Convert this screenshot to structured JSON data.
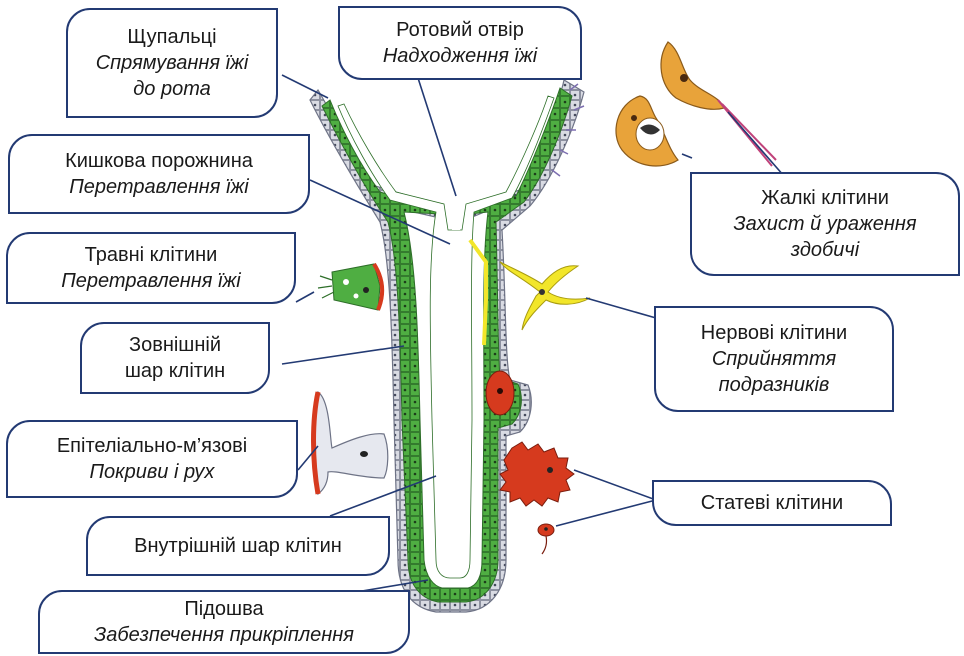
{
  "labels": {
    "tentacles": {
      "title": "Щупальці",
      "func_line1": "Спрямування їжі",
      "func_line2": "до рота"
    },
    "mouth": {
      "title": "Ротовий отвір",
      "func": "Надходження їжі"
    },
    "gut_cavity": {
      "title": "Кишкова порожнина",
      "func": "Перетравлення їжі"
    },
    "digestive_cells": {
      "title": "Травні клітини",
      "func": "Перетравлення їжі"
    },
    "outer_layer": {
      "line1": "Зовнішній",
      "line2": "шар клітин"
    },
    "epithelial_muscle": {
      "title": "Епітеліально-м’язові",
      "func": "Покриви і рух"
    },
    "inner_layer": {
      "title": "Внутрішній шар клітин"
    },
    "sole": {
      "title": "Підошва",
      "func": "Забезпечення прикріплення"
    },
    "stinging_cells": {
      "title": "Жалкі клітини",
      "func_line1": "Захист й ураження",
      "func_line2": "здобичі"
    },
    "nerve_cells": {
      "title": "Нервові клітини",
      "func_line1": "Сприйняття",
      "func_line2": "подразників"
    },
    "sex_cells": {
      "title": "Статеві клітини"
    }
  },
  "colors": {
    "border": "#233a73",
    "line": "#233a73",
    "inner_green": "#3f9a3a",
    "inner_green_light": "#7bc46a",
    "outer_grey": "#c9ccd6",
    "nerve_yellow": "#f2e62a",
    "sex_red": "#d63a1e",
    "sting_orange": "#e8a33a"
  }
}
